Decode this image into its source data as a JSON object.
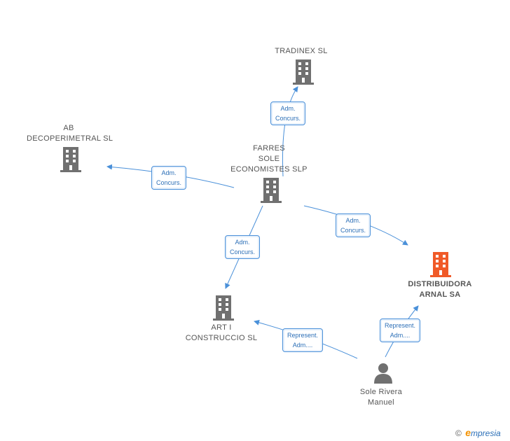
{
  "colors": {
    "edge": "#4a90d9",
    "building": "#707070",
    "building_main": "#f05a28",
    "person": "#707070"
  },
  "nodes": {
    "tradinex": {
      "label": "TRADINEX SL",
      "icon": "building-icon"
    },
    "ab": {
      "line1": "AB",
      "line2": "DECOPERIMETRAL SL",
      "icon": "building-icon"
    },
    "farres": {
      "line1": "FARRES",
      "line2": "SOLE",
      "line3": "ECONOMISTES SLP",
      "icon": "building-icon"
    },
    "distribuidora": {
      "line1": "DISTRIBUIDORA",
      "line2": "ARNAL SA",
      "icon": "building-icon"
    },
    "art": {
      "line1": "ART I",
      "line2": "CONSTRUCCIO SL",
      "icon": "building-icon"
    },
    "sole": {
      "line1": "Sole Rivera",
      "line2": "Manuel",
      "icon": "person-icon"
    }
  },
  "edges": {
    "farres_tradinex": {
      "line1": "Adm.",
      "line2": "Concurs."
    },
    "farres_ab": {
      "line1": "Adm.",
      "line2": "Concurs."
    },
    "farres_distribuidora": {
      "line1": "Adm.",
      "line2": "Concurs."
    },
    "farres_art": {
      "line1": "Adm.",
      "line2": "Concurs."
    },
    "sole_art": {
      "line1": "Represent.",
      "line2": "Adm...."
    },
    "sole_distribuidora": {
      "line1": "Represent.",
      "line2": "Adm...."
    }
  },
  "footer": {
    "copyright": "©",
    "brand_initial": "e",
    "brand_rest": "mpresia"
  }
}
